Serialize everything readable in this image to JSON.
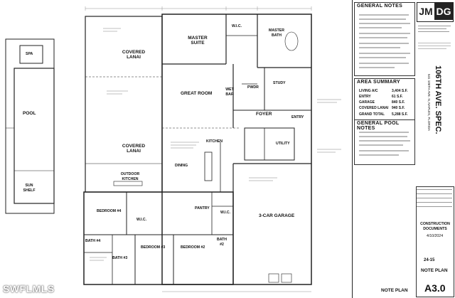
{
  "watermark": "SWFLMLS",
  "rooms": {
    "spa": "SPA",
    "pool": "POOL",
    "sun_shelf": "SUN SHELF",
    "covered_lanai_top": "COVERED LANAI",
    "covered_lanai_mid": "COVERED LANAI",
    "outdoor_kitchen": "OUTDOOR KITCHEN",
    "master_suite": "MASTER SUITE",
    "wic_master": "W.I.C.",
    "master_bath": "MASTER BATH",
    "great_room": "GREAT ROOM",
    "wet_bar": "WET BAR",
    "pwdr": "PWDR",
    "study": "STUDY",
    "foyer": "FOYER",
    "entry": "ENTRY",
    "kitchen": "KITCHEN",
    "dining": "DINING",
    "utility": "UTILITY",
    "pantry": "PANTRY",
    "wic_hall": "W.I.C.",
    "garage": "3-CAR GARAGE",
    "bedroom4": "BEDROOM #4",
    "wic_bed4": "W.I.C.",
    "bath4": "BATH #4",
    "bath3": "BATH #3",
    "bedroom3": "BEDROOM #3",
    "bedroom2": "BEDROOM #2",
    "bath2": "BATH #2"
  },
  "plan_label": "NOTE PLAN",
  "sidebar": {
    "logo_left": "JM",
    "logo_right": "DG",
    "general_notes_title": "GENERAL NOTES",
    "area_summary_title": "AREA SUMMARY",
    "area_rows": [
      {
        "label": "LIVING A/C",
        "value": "3,404 S.F."
      },
      {
        "label": "ENTRY",
        "value": "61 S.F."
      },
      {
        "label": "GARAGE",
        "value": "840 S.F."
      },
      {
        "label": "COVERED LANAI",
        "value": "940 S.F."
      },
      {
        "label": "GRAND TOTAL",
        "value": "5,288 S.F."
      }
    ],
    "general_pool_notes_title": "GENERAL POOL NOTES",
    "project_title": "106TH AVE. SPEC.",
    "project_address": "541 106TH AVE. N, NAPLES, FLORIDA",
    "construction_docs": "CONSTRUCTION DOCUMENTS",
    "date": "4/10/2024",
    "project_number": "24-15",
    "sheet_title": "NOTE PLAN",
    "sheet_number": "A3.0"
  }
}
